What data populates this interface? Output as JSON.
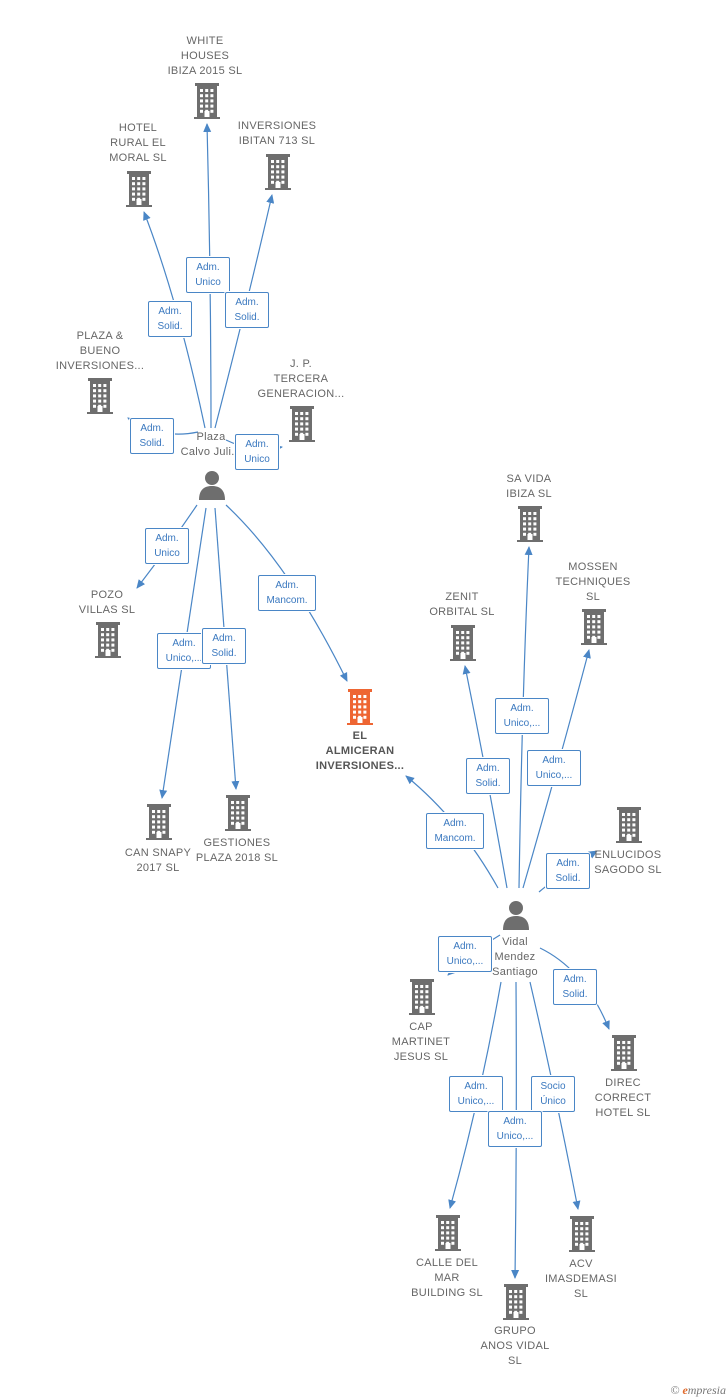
{
  "colors": {
    "edge": "#4a86c6",
    "building": "#6e6e6e",
    "main_building": "#ee6633",
    "person": "#6e6e6e"
  },
  "nodes": [
    {
      "id": "white-houses",
      "type": "company",
      "label": "WHITE\nHOUSES\nIBIZA 2015  SL"
    },
    {
      "id": "hotel-rural",
      "type": "company",
      "label": "HOTEL\nRURAL EL\nMORAL  SL"
    },
    {
      "id": "inversiones-ibitan",
      "type": "company",
      "label": "INVERSIONES\nIBITAN 713  SL"
    },
    {
      "id": "plaza-bueno",
      "type": "company",
      "label": "PLAZA &\nBUENO\nINVERSIONES..."
    },
    {
      "id": "jp-tercera",
      "type": "company",
      "label": "J.  P.\nTERCERA\nGENERACION..."
    },
    {
      "id": "plaza-calvo",
      "type": "person",
      "label": "Plaza\nCalvo Juli..."
    },
    {
      "id": "pozo-villas",
      "type": "company",
      "label": "POZO\nVILLAS  SL"
    },
    {
      "id": "el-almiceran",
      "type": "main",
      "label": "EL\nALMICERAN\nINVERSIONES..."
    },
    {
      "id": "can-snapy",
      "type": "company",
      "label": "CAN SNAPY\n2017  SL"
    },
    {
      "id": "gestiones-plaza",
      "type": "company",
      "label": "GESTIONES\nPLAZA 2018  SL"
    },
    {
      "id": "sa-vida",
      "type": "company",
      "label": "SA VIDA\nIBIZA  SL"
    },
    {
      "id": "mossen",
      "type": "company",
      "label": "MOSSEN\nTECHNIQUES\nSL"
    },
    {
      "id": "zenit",
      "type": "company",
      "label": "ZENIT\nORBITAL  SL"
    },
    {
      "id": "enlucidos",
      "type": "company",
      "label": "ENLUCIDOS\nSAGODO SL"
    },
    {
      "id": "vidal-mendez",
      "type": "person",
      "label": "Vidal\nMendez\nSantiago"
    },
    {
      "id": "cap-martinet",
      "type": "company",
      "label": "CAP\nMARTINET\nJESUS  SL"
    },
    {
      "id": "direc-correct",
      "type": "company",
      "label": "DIREC\nCORRECT\nHOTEL  SL"
    },
    {
      "id": "calle-del-mar",
      "type": "company",
      "label": "CALLE DEL\nMAR\nBUILDING  SL"
    },
    {
      "id": "acv",
      "type": "company",
      "label": "ACV\nIMASDEMASI\nSL"
    },
    {
      "id": "grupo-anos",
      "type": "company",
      "label": "GRUPO\nANOS VIDAL\nSL"
    }
  ],
  "edges": [
    {
      "from": "plaza-calvo",
      "to": "white-houses",
      "label": "Adm.\nUnico"
    },
    {
      "from": "plaza-calvo",
      "to": "hotel-rural",
      "label": "Adm.\nSolid."
    },
    {
      "from": "plaza-calvo",
      "to": "inversiones-ibitan",
      "label": "Adm.\nSolid."
    },
    {
      "from": "plaza-calvo",
      "to": "plaza-bueno",
      "label": "Adm.\nSolid."
    },
    {
      "from": "plaza-calvo",
      "to": "jp-tercera",
      "label": "Adm.\nUnico"
    },
    {
      "from": "plaza-calvo",
      "to": "pozo-villas",
      "label": "Adm.\nUnico"
    },
    {
      "from": "plaza-calvo",
      "to": "el-almiceran",
      "label": "Adm.\nMancom."
    },
    {
      "from": "plaza-calvo",
      "to": "can-snapy",
      "label": "Adm.\nUnico,..."
    },
    {
      "from": "plaza-calvo",
      "to": "gestiones-plaza",
      "label": "Adm.\nSolid."
    },
    {
      "from": "vidal-mendez",
      "to": "sa-vida",
      "label": "Adm.\nUnico,..."
    },
    {
      "from": "vidal-mendez",
      "to": "zenit",
      "label": "Adm.\nSolid."
    },
    {
      "from": "vidal-mendez",
      "to": "mossen",
      "label": "Adm.\nUnico,..."
    },
    {
      "from": "vidal-mendez",
      "to": "el-almiceran",
      "label": "Adm.\nMancom."
    },
    {
      "from": "vidal-mendez",
      "to": "enlucidos",
      "label": "Adm.\nSolid."
    },
    {
      "from": "vidal-mendez",
      "to": "cap-martinet",
      "label": "Adm.\nUnico,..."
    },
    {
      "from": "vidal-mendez",
      "to": "direc-correct",
      "label": "Adm.\nSolid."
    },
    {
      "from": "vidal-mendez",
      "to": "calle-del-mar",
      "label": "Adm.\nUnico,..."
    },
    {
      "from": "vidal-mendez",
      "to": "acv",
      "label": "Socio\nÚnico"
    },
    {
      "from": "vidal-mendez",
      "to": "grupo-anos",
      "label": "Adm.\nUnico,..."
    }
  ],
  "brand": {
    "copyright": "©",
    "name_initial": "e",
    "name_rest": "mpresia"
  }
}
